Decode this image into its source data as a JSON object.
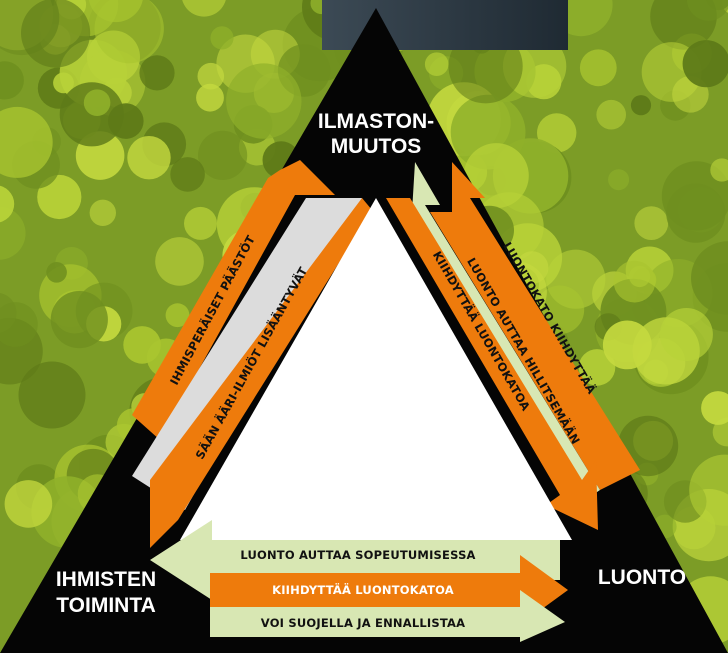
{
  "nodes": {
    "climate_line1": "ILMASTON-",
    "climate_line2": "MUUTOS",
    "human_line1": "IHMISTEN",
    "human_line2": "TOIMINTA",
    "nature": "LUONTO"
  },
  "arrows": {
    "human_to_climate": "IHMISPERÄISET PÄÄSTÖT",
    "climate_to_human": "SÄÄN ÄÄRI-ILMIÖT LISÄÄNTYVÄT",
    "nature_to_climate_1": "LUONTOKATO KIIHDYTTÄÄ",
    "nature_to_climate_2": "LUONTO AUTTAA HILLITSEMÄÄN",
    "climate_to_nature": "KIIHDYTTÄÄ LUONTOKATOA",
    "nature_to_human": "LUONTO AUTTAA SOPEUTUMISESSA",
    "human_to_nature_1": "KIIHDYTTÄÄ LUONTOKATOA",
    "human_to_nature_2": "VOI SUOJELLA JA ENNALLISTAA"
  },
  "colors": {
    "orange": "#ee7b0c",
    "light_green": "#d8e7b3",
    "grey": "#dcdcdc",
    "black": "#050505",
    "white": "#ffffff",
    "forest": "#86a82a"
  }
}
